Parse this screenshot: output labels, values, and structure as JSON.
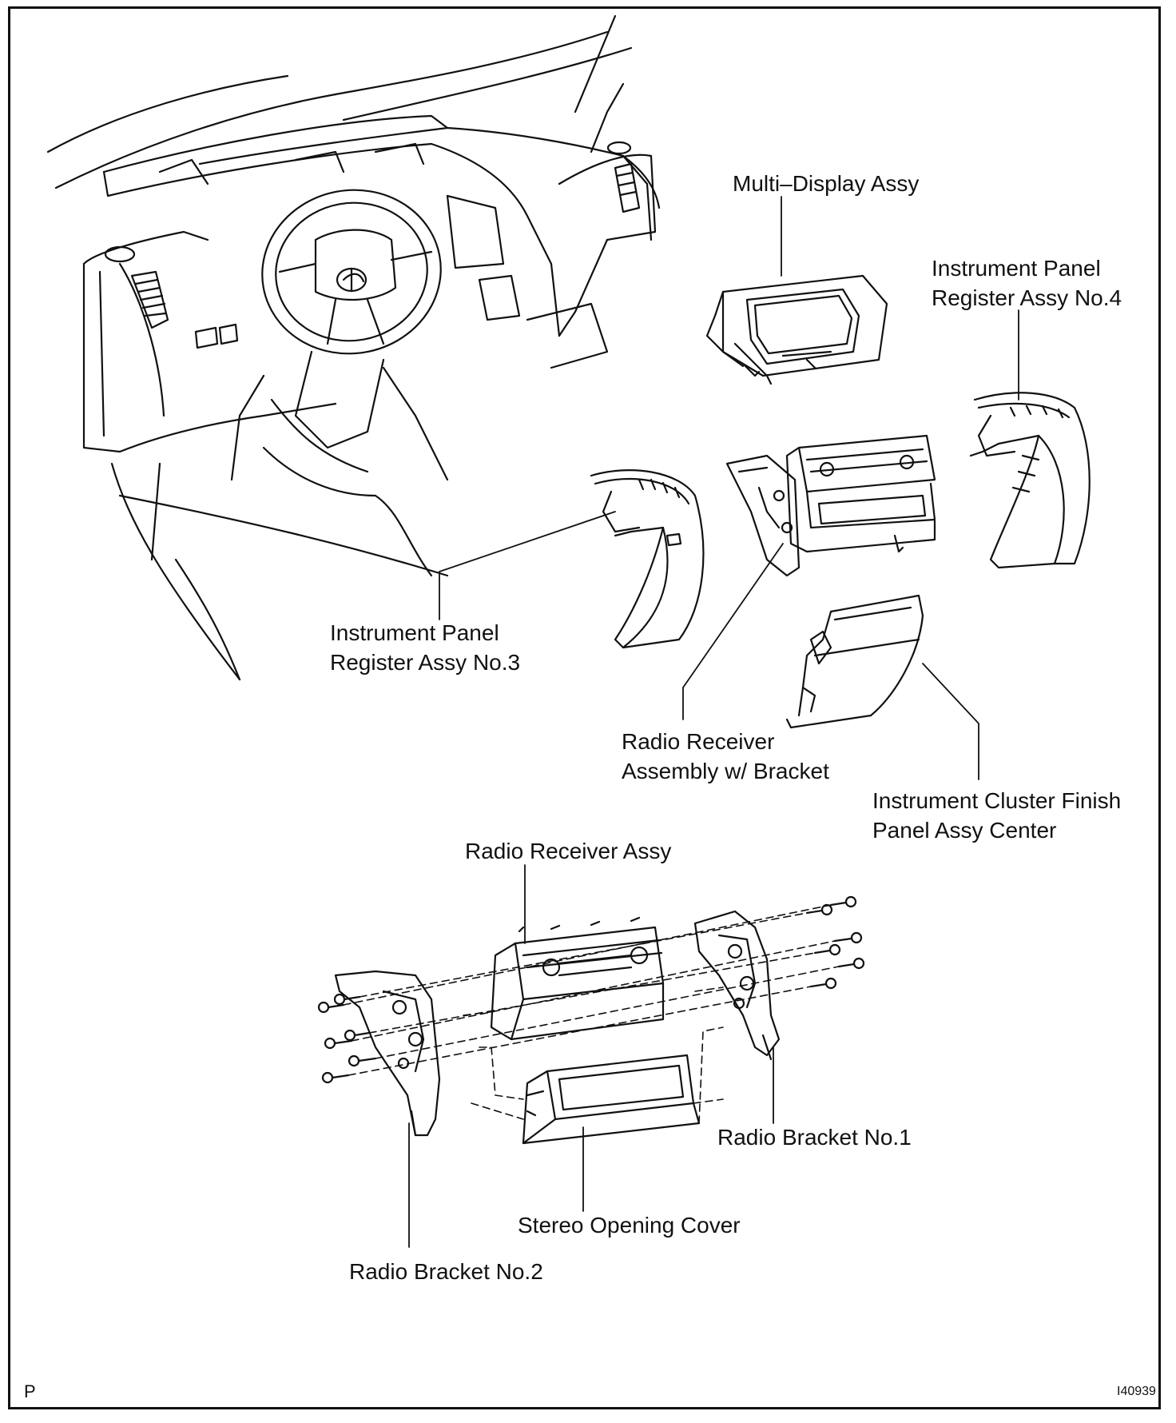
{
  "labels": {
    "multi_display": "Multi–Display Assy",
    "register_no4_line1": "Instrument Panel",
    "register_no4_line2": "Register Assy No.4",
    "register_no3_line1": "Instrument Panel",
    "register_no3_line2": "Register Assy No.3",
    "radio_receiver_bracket_line1": "Radio Receiver",
    "radio_receiver_bracket_line2": "Assembly w/ Bracket",
    "cluster_finish_line1": "Instrument Cluster Finish",
    "cluster_finish_line2": "Panel Assy Center",
    "radio_receiver_assy": "Radio Receiver Assy",
    "radio_bracket_no1": "Radio Bracket No.1",
    "stereo_opening_cover": "Stereo Opening Cover",
    "radio_bracket_no2": "Radio Bracket No.2"
  },
  "footer": {
    "left_code": "P",
    "figure_id": "I40939"
  }
}
